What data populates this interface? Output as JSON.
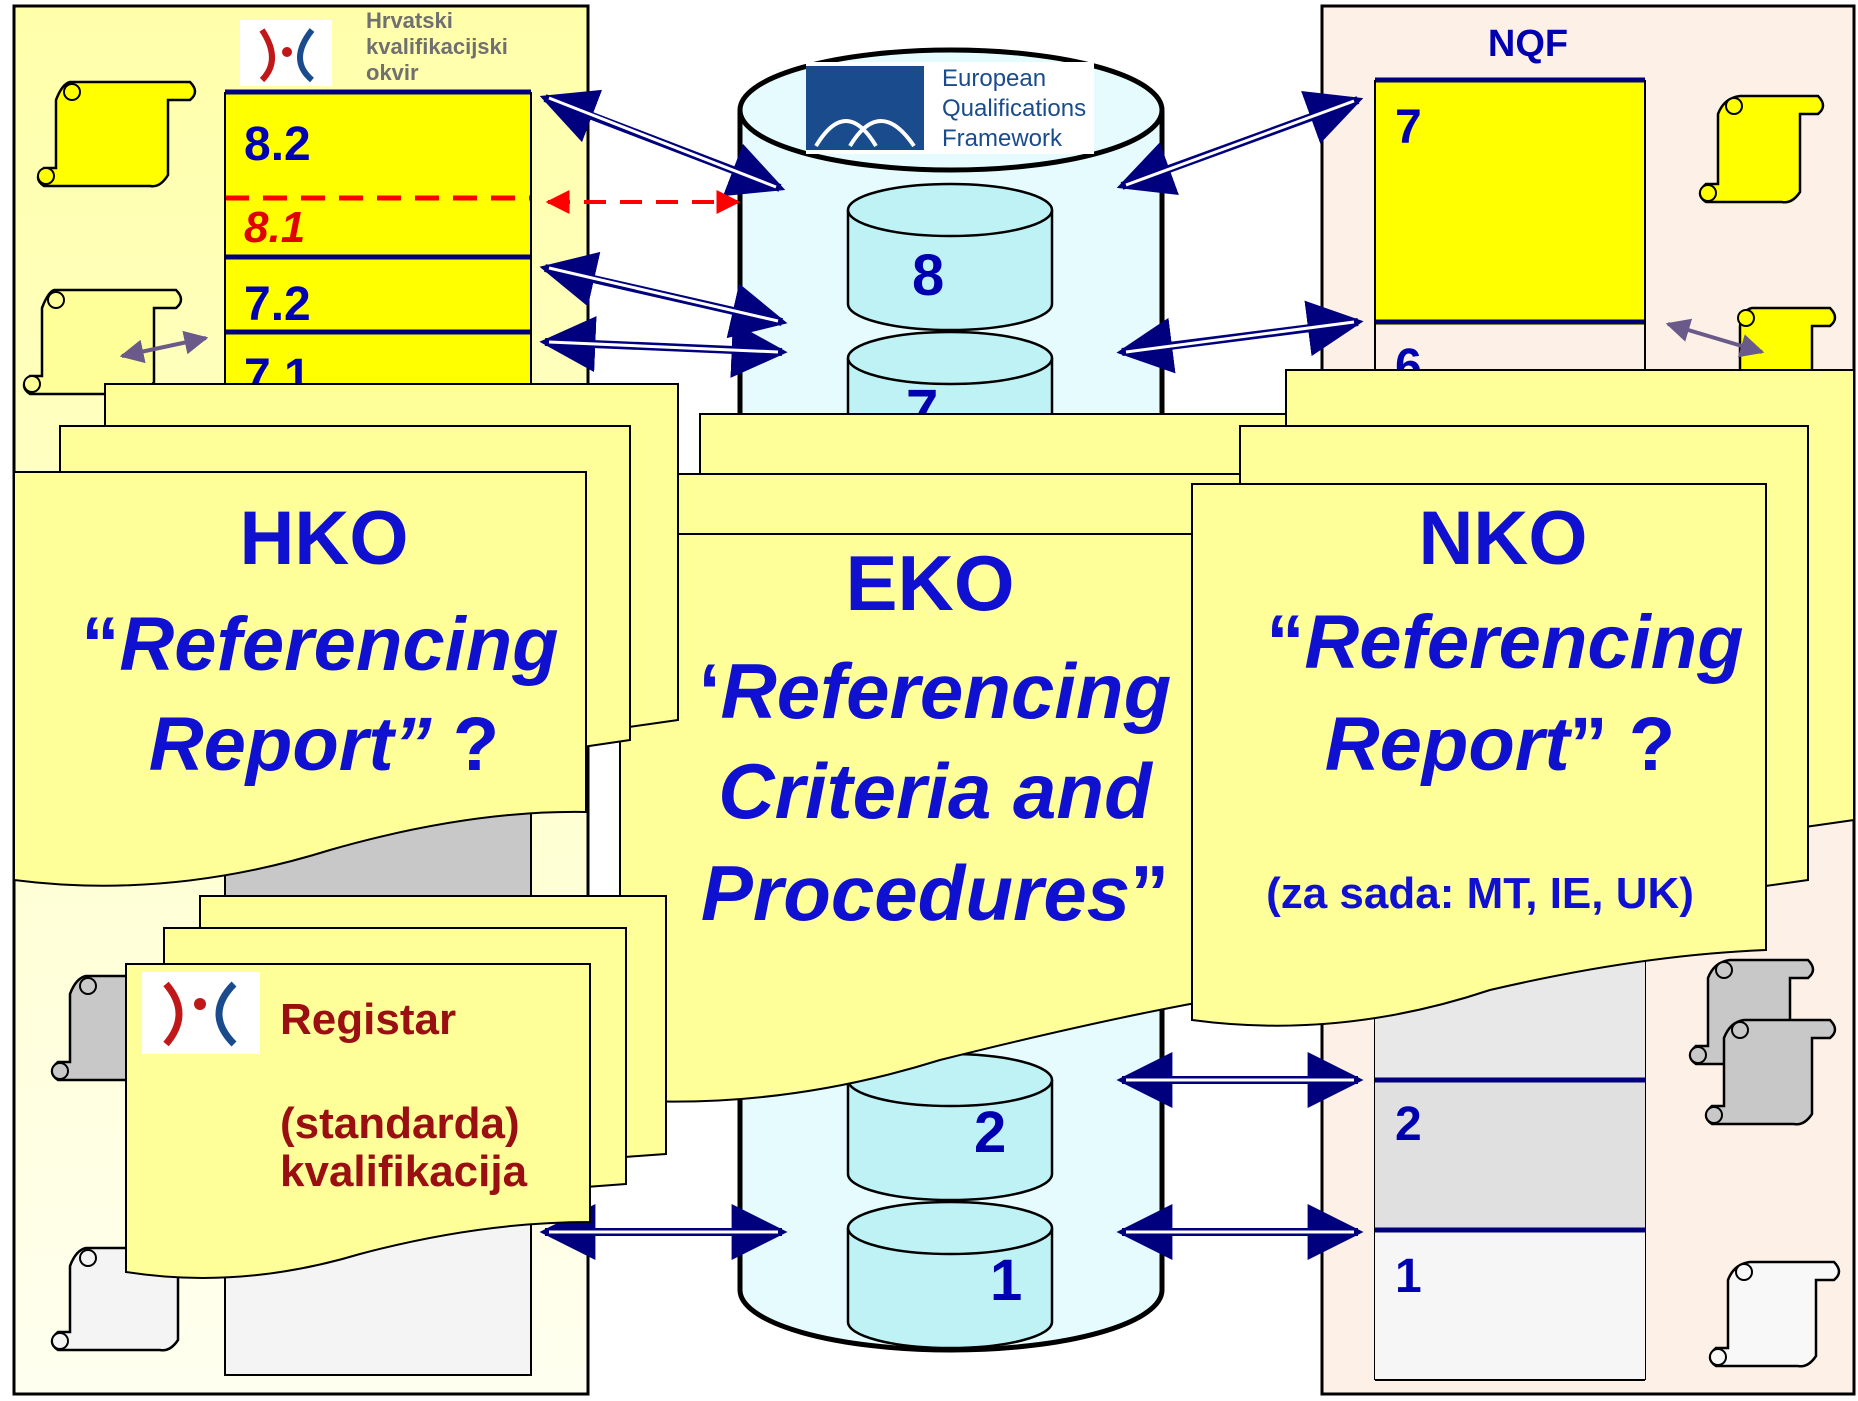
{
  "hko": {
    "title_line1": "Hrvatski",
    "title_line2": "kvalifikacijski",
    "title_line3": "okvir",
    "levels": [
      "8.2",
      "8.1",
      "7.2",
      "7.1"
    ]
  },
  "eqf": {
    "logo_line1": "European",
    "logo_line2": "Qualifications",
    "logo_line3": "Framework",
    "levels": [
      "8",
      "7",
      "2",
      "1"
    ]
  },
  "nqf": {
    "title": "NQF",
    "levels": [
      "7",
      "6",
      "2",
      "1"
    ]
  },
  "docs": {
    "hko_line1": "HKO",
    "hko_line2_open": "“",
    "hko_line2_it": "Referencing",
    "hko_line3_it": "Report”",
    "hko_line3_tail": " ?",
    "eko_line1": "EKO",
    "eko_line2_open": "‘",
    "eko_line2_it": "Referencing",
    "eko_line3_it": "Criteria and",
    "eko_line4_it": "Procedures",
    "eko_line4_close": "”",
    "nko_line1": "NKO",
    "nko_line2_open": "“",
    "nko_line2_it": "Referencing",
    "nko_line3_it": "Report",
    "nko_line3_close": "”",
    "nko_line3_tail": " ?",
    "nko_line4": "(za sada: MT, IE, UK)",
    "reg_line1": "Registar",
    "reg_line2": "(standarda)",
    "reg_line3": "kvalifikacija"
  },
  "colors": {
    "yellow": "#ffff00",
    "pale_yellow": "#ffffaa",
    "note_yellow": "#ffff99",
    "peach_bg": "#fdf0e6",
    "cyan_bg": "#e6fbfd",
    "navy": "#00007f",
    "dark_red": "#9a0f12",
    "red": "#ff0000"
  }
}
